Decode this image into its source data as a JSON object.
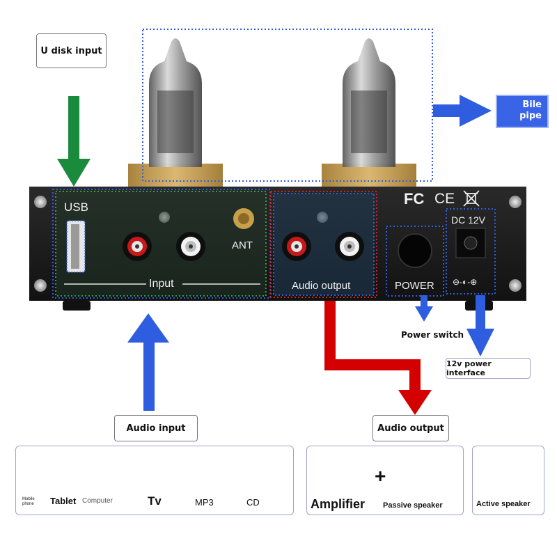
{
  "callouts": {
    "u_disk_input": "U disk input",
    "bile_pipe_line1": "Bile",
    "bile_pipe_line2": "pipe",
    "power_switch": "Power switch",
    "power_interface": "12v power interface",
    "audio_input": "Audio input",
    "audio_output": "Audio output"
  },
  "panel": {
    "usb": "USB",
    "ant": "ANT",
    "input": "Input",
    "audio_output": "Audio output",
    "power": "POWER",
    "dc": "DC 12V",
    "polarity": "⊖-◐-⊕",
    "fc": "FC",
    "ce": "CE"
  },
  "devices": {
    "source_labels": {
      "mobile": "Mobile phone",
      "tablet": "Tablet",
      "computer": "Computer",
      "tv": "Tv",
      "mp3": "MP3",
      "cd": "CD"
    },
    "amplifier": "Amplifier",
    "plus": "+",
    "passive_speaker": "Passive speaker",
    "active_speaker": "Active speaker"
  },
  "colors": {
    "green_arrow": "#1a8a3c",
    "blue_arrow": "#2f5de0",
    "red_arrow": "#d40000",
    "panel": "#1b1b1b",
    "tube_base": "#c9a45a",
    "dotted_blue": "#2f5de0",
    "dotted_green": "#2ea043",
    "dotted_red": "#d32020"
  }
}
